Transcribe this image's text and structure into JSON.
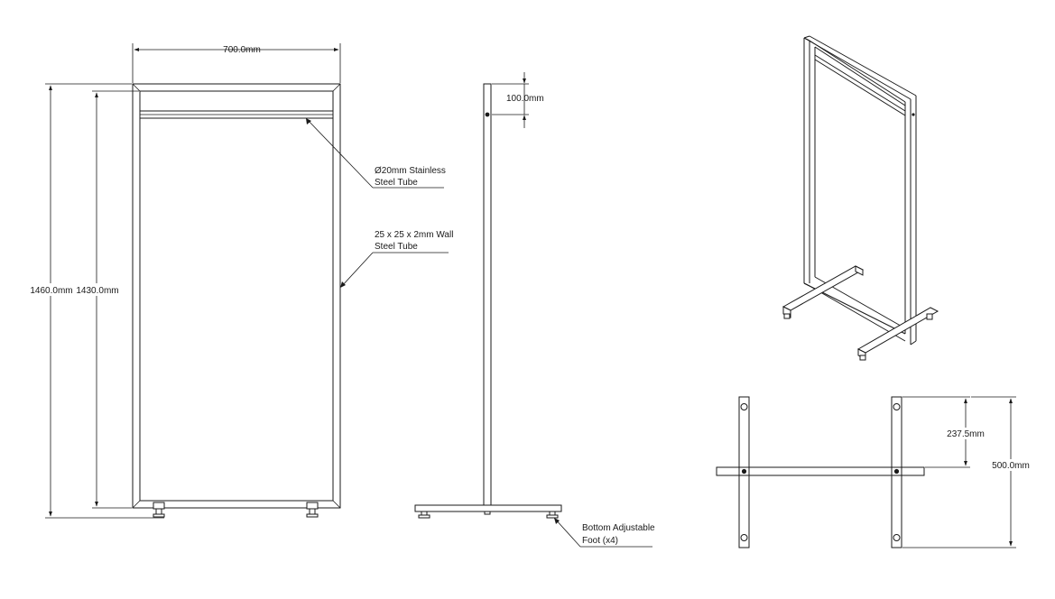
{
  "dimensions": {
    "frame_width": "700.0mm",
    "outer_height": "1460.0mm",
    "inner_height": "1430.0mm",
    "rail_offset": "100.0mm",
    "foot_offset": "237.5mm",
    "base_depth": "500.0mm"
  },
  "callouts": {
    "rail": {
      "line1": "Ø20mm Stainless",
      "line2": "Steel Tube"
    },
    "frame": {
      "line1": "25 x 25 x 2mm Wall",
      "line2": "Steel Tube"
    },
    "foot": {
      "line1": "Bottom Adjustable",
      "line2": "Foot (x4)"
    }
  }
}
